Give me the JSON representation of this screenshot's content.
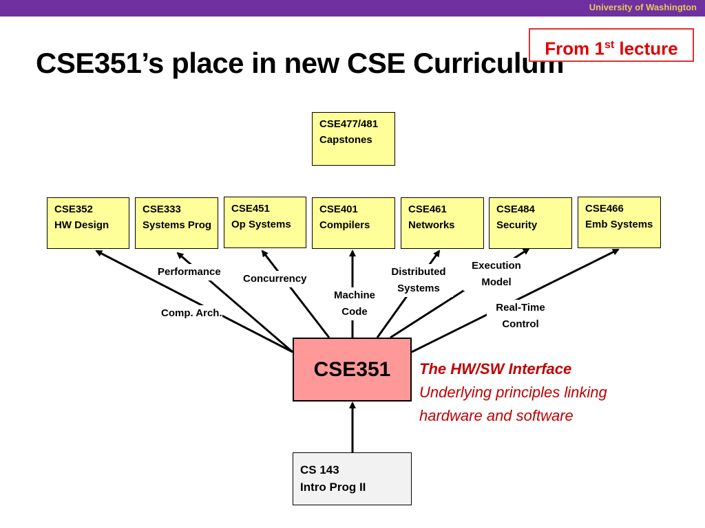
{
  "header": {
    "institution": "University of Washington"
  },
  "slide": {
    "title": "CSE351’s place in new CSE Curriculum",
    "tag": {
      "prefix": "From 1",
      "superscript": "st",
      "suffix": " lecture"
    }
  },
  "capstone": {
    "code": "CSE477/481",
    "name": "Capstones"
  },
  "courses": [
    {
      "code": "CSE352",
      "name": "HW Design"
    },
    {
      "code": "CSE333",
      "name": "Systems Prog"
    },
    {
      "code": "CSE451",
      "name": "Op Systems"
    },
    {
      "code": "CSE401",
      "name": "Compilers"
    },
    {
      "code": "CSE461",
      "name": "Networks"
    },
    {
      "code": "CSE484",
      "name": "Security"
    },
    {
      "code": "CSE466",
      "name": "Emb Systems"
    }
  ],
  "center": {
    "code": "CSE351"
  },
  "prereq": {
    "code": "CS 143",
    "name": "Intro Prog II"
  },
  "edge_labels": {
    "performance": "Performance",
    "concurrency": "Concurrency",
    "comp_arch": "Comp. Arch.",
    "machine_code": [
      "Machine",
      "Code"
    ],
    "distributed": [
      "Distributed",
      "Systems"
    ],
    "execution_model": [
      "Execution",
      "Model"
    ],
    "real_time": [
      "Real-Time",
      "Control"
    ]
  },
  "description": {
    "heading": "The HW/SW Interface",
    "line1": "Underlying principles linking",
    "line2": "hardware and software"
  }
}
